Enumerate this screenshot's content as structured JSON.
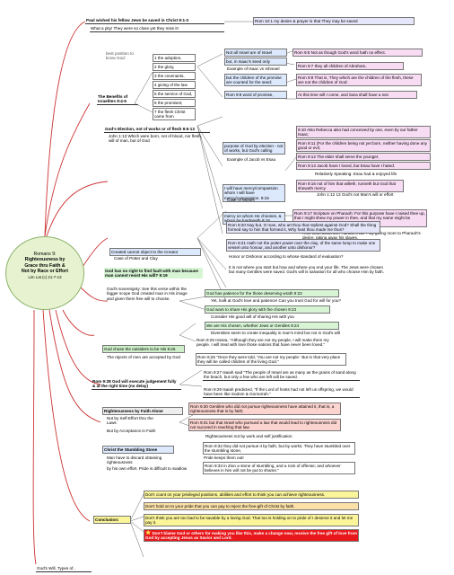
{
  "root": {
    "line1": "Romans 9:",
    "line2": "Righteousness by",
    "line3": "Grace thru Faith &",
    "line4": "Not by Race or Effort",
    "line5": "Lim Lat (c) 21-7-13"
  },
  "footer": "God's Will, Types of..",
  "branches": {
    "paul": {
      "title": "Paul wished his fellow Jews be saved in Christ 9:1-3",
      "ref": "Rom 10:1 my desire & prayer is that They may be saved",
      "sub": "What a pity! They were so close yet they miss it!"
    },
    "benefits": {
      "note": "best position to know God:",
      "title": "The Benefits of Israelites 9:4-5",
      "items": [
        "1 the adoption,",
        "2 the glory,",
        "3 the covenants,",
        "4 giving of the law",
        "5 the service of God,",
        "6 the promises;",
        "7 the flesh Christ came from"
      ]
    },
    "election": {
      "title": "God's Election, not of works or of flesh 9:6-13",
      "jn": "John 1:13  Which were born, not of blood, nor flesh, will of man, but of God",
      "not_all": "Not all Israel are of Israel",
      "not_all_ref": "Rom 9:6 Not as though God's word hath no effect.",
      "isaac": "but, in Isaac's seed only",
      "isaac_ref": "Rom 9:7  they all children of Abraham,",
      "isaac_ex": "Example of Isaac vs Ishmael",
      "promise": "but the children of the promise are counted for the seed:",
      "promise_ref": "Rom 9:8  That is, They which are the children of the flesh, these are not the children of God:",
      "word": "Rom 9:9  word of promise,",
      "word_ref": "At this time will I come, and Sara shall have a son",
      "purpose": "purpose of God by election - not of works, but God's calling",
      "purpose_ex": "Example of Jacob vs Esau",
      "r910": "9:10 Also Rebecca also had conceived by one, even by our father Isaac;",
      "r911": "Rom 9:11  (For the children being not yet born, neither having done any good or evil,",
      "r912": "Rom 9:12 The elder shall serve the younger.",
      "r913": "Rom 9:13 Jacob have I loved, but Esau have I hated.",
      "rel": "Relatively Speaking: Esau had & enjoyed life",
      "mercy1": "I will have mercy/compassion whom I will have mercy/compassion. 9:15",
      "mercy1_ex": "Case of Moses",
      "r916": "Rom 9:16 not of him that willeth, runneth but God that sheweth mercy",
      "jn2": "John 1:12 13 God's not Man's will or effort",
      "mercy2": "mercy on whom He chooses, & whom he hardeneth 9:18",
      "mercy2_ex": "Case of Pharaoh.",
      "r917": "Rom 9:17  Scripture on Pharaoh: For this purpose have I raised thee up, that I might shew my power in thee, and that my name might be declared throughout all the earth.",
      "pharaoh": "How God hardened Pharaoh's will ? By giving more to Pharaoh's desire, taking away his slaves."
    },
    "fault": {
      "created": "Created cannot object to the Creator",
      "potter": "Case of Potter and Clay",
      "title": "God has no right to find fault with man because man cannot resist His will? 9:19",
      "sov": "God's sovereignty: See this verse within the bigger scope God created man in His image and given them free will to choose.",
      "r920": "Rom 9:20  Nay but, O man, who art thou that repliest against God? Shall the thing formed say to him that formed it, Why hast thou made me thus?",
      "r921": "Rom 9:21  Hath not the potter power over the clay, of the same lump to make one vessel unto honour, and another unto dishonor?",
      "honor": "Honor or Dishonor according to whose standard of evaluation?",
      "honor2": "It is not where you start but how and where you end your life. The Jews were chosen but many Gentiles were saved. God's will is salvation for all who choose Him by faith.",
      "patience": "God has patience for the those deserving wrath 9:22",
      "patience2": "Yet, look at God's love and patience! Can you trust God for will for you?",
      "glory": "God want to share His glory with the chosen 9:23",
      "glory2": "Consider His good will of sharing His with you",
      "vessels": "We are His chosen, whether Jews or Gentiles 9:24",
      "diversities": "Diversities seem to create inequality in man's mind but not in God's will"
    },
    "outsiders": {
      "title": "God chose the outsiders to be His 9:25",
      "sub": "The rejects of men are accepted by God",
      "r925": "Rom 9:25 Hosea, \"Although they are not my people, I will make them my people. I will treat with love those nations that have never been loved.\"",
      "r926": "Rom 9:26 \"Once they were told, 'You are not my people.' But in that very place they will be called children of the living God.\""
    },
    "judgment": {
      "title": "Rom 9:28  God will execute judgement fully & at the right time (no delay)",
      "r927": "Rom 9:27  Isaiah said \"The people of Israel are as many as the grains of sand along the beach, but only a few who are left will be saved.",
      "r929": "Rom 9:29 Isaiah predicted, \"If the Lord of hosts had not left us offspring, we would have been like Sodom & Gomorrah.\""
    },
    "faith": {
      "title": "Righteousness by Faith Alone",
      "not": "Not by Self-Effort thru the Laws",
      "but": "But by Acceptance in Faith",
      "r930": "Rom 9:30  Gentiles who did not pursue righteousness have attained it, that is, a righteousness that is by faith;",
      "r931": "Rom 9:31  but that Israel who pursued a law that would lead to righteousness did not succeed in reaching that law.",
      "note": "Righteousness not by work and self justification"
    },
    "stone": {
      "title": "Christ the Stumbling Stone",
      "sub1": "Man have to discard obtaining righteousness",
      "sub2": "by his own effort. Pride is difficult to swallow",
      "r932": "Rom 9:32  they did not pursue it by faith, but by works. They have stumbled over the stumbling stone,",
      "pride": "Pride keeps them out!",
      "r933": "Rom 9:33 in Zion a stone of stumbling, and a rock of offense; and whoever believes in him will not be put to shame.\""
    },
    "conclusion": {
      "title": "Conclusion:",
      "c1": "Don't count on your privileged positions, abilities and effort to think you can achieve righteousness.",
      "c2": "Don't hold on to your pride that you can pay to reject the free-gift of Christ by faith.",
      "c3": "Don't think you are too bad to be savable by a loving God. That too is holding on to pride of I deserve it and let me pay it.",
      "c4": "Don't blame God or others for making you like this, make a change now, receive the free gift of love from God by accepting Jesus as Savior and Lord."
    }
  },
  "colors": {
    "trunk": "#c0504d",
    "red_line": "#c82020",
    "blue": "#dce8fb",
    "pink": "#f7dcf3",
    "green": "#d7f5d5",
    "yellow": "#fbf59a",
    "root_fill": "#e7f3d0"
  }
}
